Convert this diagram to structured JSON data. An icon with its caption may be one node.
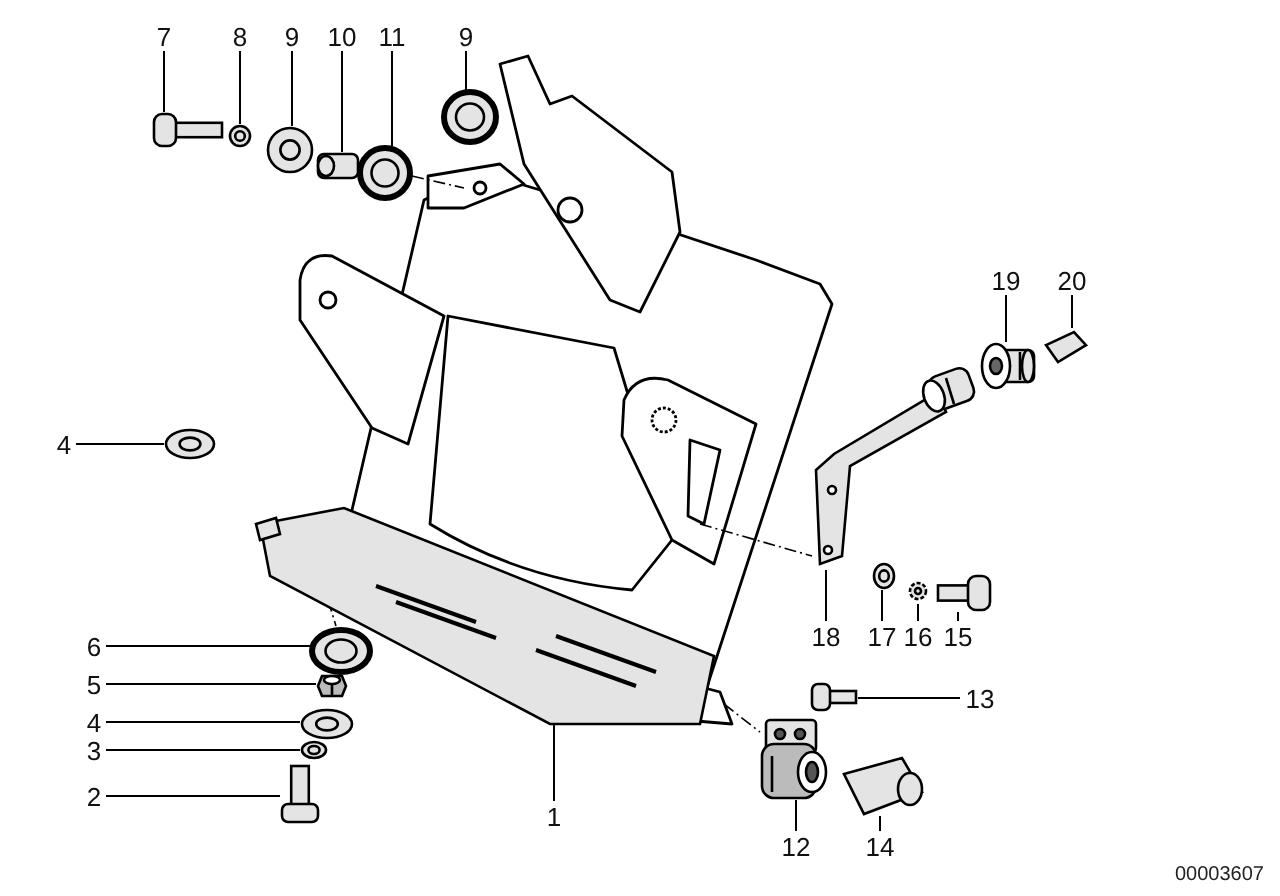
{
  "diagram": {
    "nodes": [
      {
        "text": [
          "7"
        ]
      },
      {
        "text": [
          "8"
        ]
      },
      {
        "text": [
          "9"
        ]
      },
      {
        "text": [
          "10"
        ]
      },
      {
        "text": [
          "11"
        ]
      },
      {
        "text": [
          "9"
        ]
      },
      {
        "text": [
          "19"
        ]
      },
      {
        "text": [
          "20"
        ]
      },
      {
        "text": [
          "4"
        ]
      },
      {
        "text": [
          "18"
        ]
      },
      {
        "text": [
          "17"
        ]
      },
      {
        "text": [
          "16"
        ]
      },
      {
        "text": [
          "15"
        ]
      },
      {
        "text": [
          "6"
        ]
      },
      {
        "text": [
          "5"
        ]
      },
      {
        "text": [
          "4"
        ]
      },
      {
        "text": [
          "3"
        ]
      },
      {
        "text": [
          "2"
        ]
      },
      {
        "text": [
          "1"
        ]
      },
      {
        "text": [
          "12"
        ]
      },
      {
        "text": [
          "13"
        ]
      },
      {
        "text": [
          "14"
        ]
      },
      {
        "text": [],
        "shape": "picture"
      },
      {
        "text": [],
        "shape": "picture"
      },
      {
        "text": [],
        "shape": "picture"
      },
      {
        "text": [],
        "shape": "picture"
      },
      {
        "text": [],
        "shape": "picture"
      },
      {
        "text": [],
        "shape": "picture"
      },
      {
        "text": [],
        "shape": "picture"
      },
      {
        "text": [],
        "shape": "picture"
      },
      {
        "text": [],
        "shape": "picture"
      },
      {
        "text": [],
        "shape": "picture"
      },
      {
        "text": [],
        "shape": "picture"
      },
      {
        "text": [],
        "shape": "picture"
      },
      {
        "text": [],
        "shape": "picture"
      },
      {
        "text": [],
        "shape": "picture"
      },
      {
        "text": [],
        "shape": "picture"
      },
      {
        "text": [],
        "shape": "picture"
      },
      {
        "text": [],
        "shape": "picture"
      },
      {
        "text": [],
        "shape": "picture"
      },
      {
        "text": [],
        "shape": "picture"
      },
      {
        "text": [],
        "shape": "picture"
      },
      {
        "text": [],
        "shape": "picture"
      },
      {
        "text": [],
        "shape": "picture"
      }
    ],
    "edges": [
      {
        "from": 0,
        "to": 22,
        "arrow": "none"
      },
      {
        "from": 1,
        "to": 23,
        "arrow": "none"
      },
      {
        "from": 2,
        "to": 24,
        "arrow": "none"
      },
      {
        "from": 3,
        "to": 25,
        "arrow": "none"
      },
      {
        "from": 4,
        "to": 26,
        "arrow": "none"
      },
      {
        "from": 5,
        "to": 27,
        "arrow": "none"
      },
      {
        "from": 6,
        "to": 28,
        "arrow": "none"
      },
      {
        "from": 7,
        "to": 29,
        "arrow": "none"
      },
      {
        "from": 8,
        "to": 30,
        "arrow": "none"
      },
      {
        "from": 9,
        "to": 31,
        "arrow": "none"
      },
      {
        "from": 10,
        "to": 32,
        "arrow": "none"
      },
      {
        "from": 11,
        "to": 33,
        "arrow": "none"
      },
      {
        "from": 12,
        "to": 34,
        "arrow": "none"
      },
      {
        "from": 13,
        "to": 35,
        "arrow": "none"
      },
      {
        "from": 14,
        "to": 36,
        "arrow": "none"
      },
      {
        "from": 15,
        "to": 37,
        "arrow": "none"
      },
      {
        "from": 16,
        "to": 38,
        "arrow": "none"
      },
      {
        "from": 17,
        "to": 39,
        "arrow": "none"
      },
      {
        "from": 18,
        "to": 40,
        "arrow": "none"
      },
      {
        "from": 19,
        "to": 41,
        "arrow": "none"
      },
      {
        "from": 20,
        "to": 42,
        "arrow": "none"
      },
      {
        "from": 21,
        "to": 43,
        "arrow": "none"
      }
    ],
    "labels": [
      "00003607"
    ]
  }
}
